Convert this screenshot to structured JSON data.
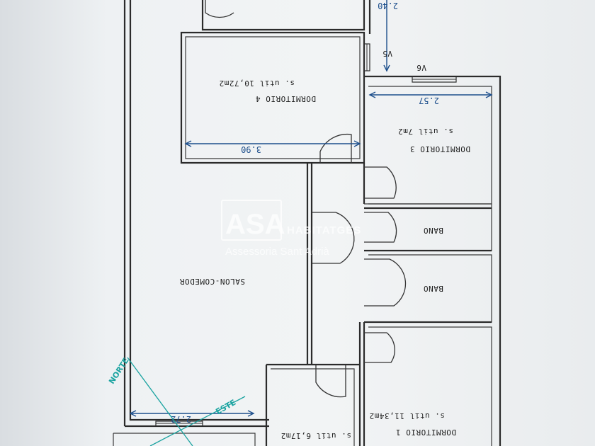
{
  "rooms": {
    "dormitorio4": {
      "name": "DORMITORIO 4",
      "area": "s. util 10,72m2"
    },
    "dormitorio3": {
      "name": "DORMITORIO 3",
      "area": "s. util 7m2"
    },
    "dormitorio1": {
      "name": "DORMITORIO 1",
      "area": "s. util 11,34m2"
    },
    "bano1": {
      "name": "BANO"
    },
    "bano2": {
      "name": "BANO"
    },
    "salon": {
      "name": "SALON-COMEDOR"
    },
    "small_room": {
      "area": "s. util 6,17m2"
    }
  },
  "dimensions": {
    "d1": "3.90",
    "d2": "2.57",
    "d3": "2.72",
    "d_top": "2.40"
  },
  "windows": {
    "v5": "V5",
    "v6": "V6"
  },
  "compass": {
    "north": "NORTE",
    "east": "ESTE"
  },
  "watermark": {
    "brand": "ASA",
    "sub": "HABITATGES",
    "tagline": "Assessoria Sant Adrià"
  },
  "colors": {
    "dimension": "#1d4f8c",
    "compass": "#1aa3a0",
    "wall": "#2b2b2b"
  }
}
